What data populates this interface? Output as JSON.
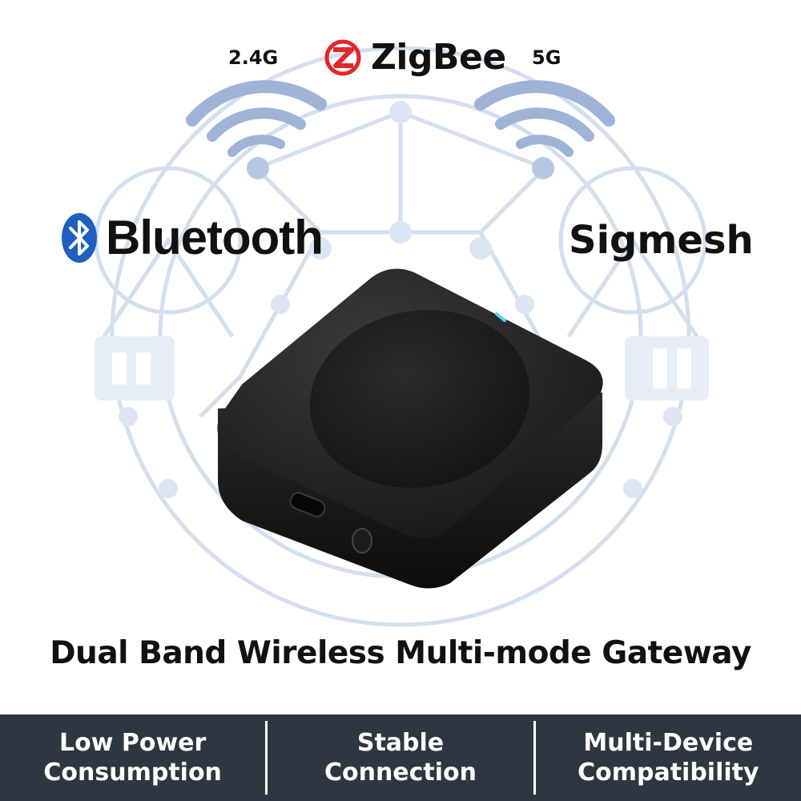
{
  "labels": {
    "band_24": "2.4G",
    "zigbee": "ZigBee",
    "band_5g": "5G",
    "bluetooth": "Bluetooth",
    "sigmesh": "Sigmesh"
  },
  "title": "Dual Band Wireless Multi-mode Gateway",
  "features": [
    {
      "line1": "Low Power",
      "line2": "Consumption"
    },
    {
      "line1": "Stable",
      "line2": "Connection"
    },
    {
      "line1": "Multi-Device",
      "line2": "Compatibility"
    }
  ],
  "colors": {
    "network": "#c9d6ea",
    "wifi": "#9fb3d6",
    "zigbee_red": "#e3262b",
    "bluetooth_blue": "#1f5fbf",
    "bar": "#2e3641"
  },
  "icons": [
    "zigbee-logo-icon",
    "bluetooth-icon",
    "wifi-2g-icon",
    "wifi-5g-icon",
    "gateway-device-image"
  ]
}
